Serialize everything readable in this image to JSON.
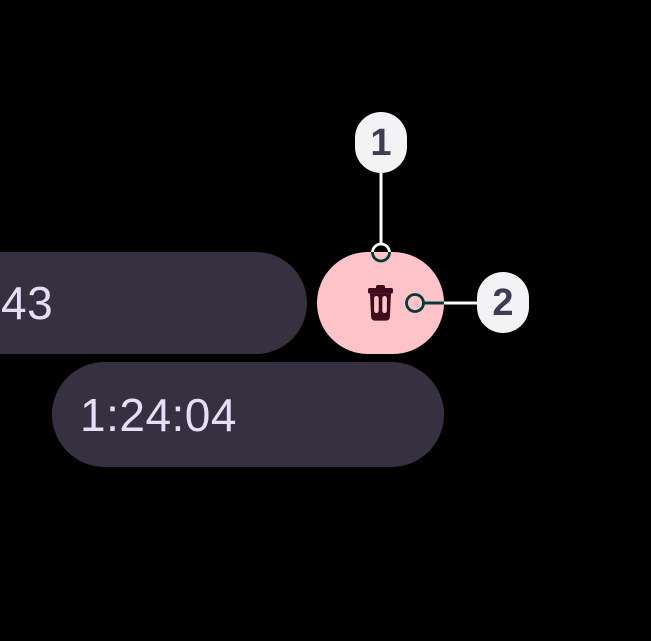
{
  "timer": {
    "primary_time_partial": "43",
    "secondary_time": "1:24:04"
  },
  "delete_button": {
    "icon": "trash-icon"
  },
  "callouts": [
    {
      "label": "1"
    },
    {
      "label": "2"
    }
  ],
  "colors": {
    "background": "#000000",
    "pill_bg": "#363040",
    "pill_text": "#E6DEF6",
    "delete_button_bg": "#FFC3C9",
    "trash_icon": "#3F0A1B",
    "badge_bg": "#F3F2F4",
    "badge_text": "#413C54",
    "connector": "#FFFFFF"
  }
}
